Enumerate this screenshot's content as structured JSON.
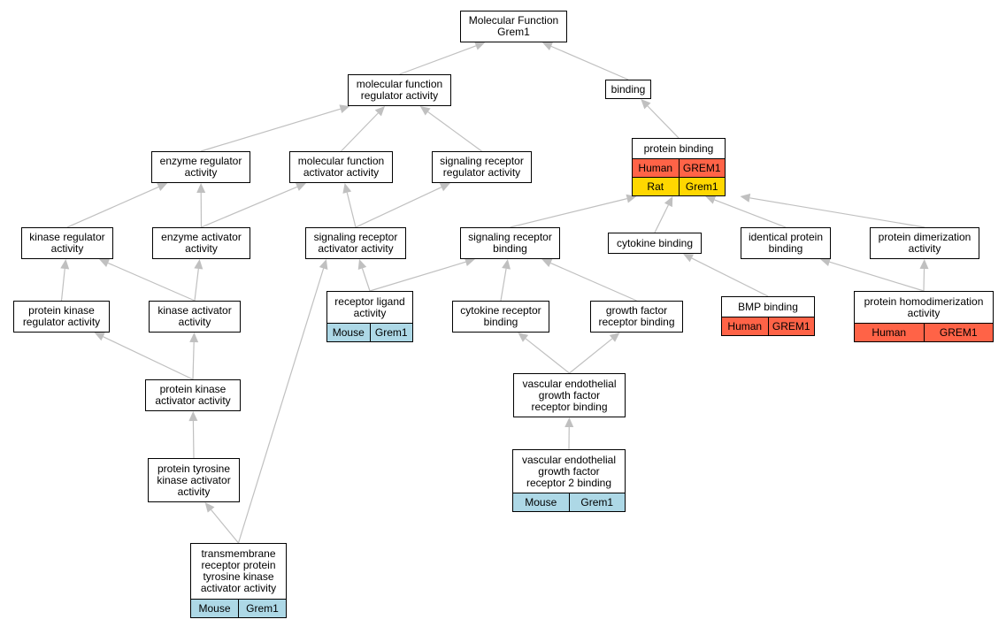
{
  "colors": {
    "edge": "#c0c0c0",
    "Human": "#ff6347",
    "Rat": "#ffd700",
    "Mouse": "#add8e6"
  },
  "nodes": {
    "root": {
      "label": "Molecular Function\nGrem1"
    },
    "mfreg": {
      "label": "molecular function\nregulator activity"
    },
    "binding": {
      "label": "binding"
    },
    "protbind": {
      "label": "protein binding",
      "rows": [
        [
          "Human",
          "GREM1"
        ],
        [
          "Rat",
          "Grem1"
        ]
      ]
    },
    "enzreg": {
      "label": "enzyme regulator\nactivity"
    },
    "mfact": {
      "label": "molecular function\nactivator activity"
    },
    "sigrecreg": {
      "label": "signaling receptor\nregulator activity"
    },
    "kinreg": {
      "label": "kinase regulator\nactivity"
    },
    "enzact": {
      "label": "enzyme activator\nactivity"
    },
    "sigrecact": {
      "label": "signaling receptor\nactivator activity"
    },
    "sigrecbind": {
      "label": "signaling receptor\nbinding"
    },
    "cytobind": {
      "label": "cytokine binding"
    },
    "identbind": {
      "label": "identical protein\nbinding"
    },
    "dimer": {
      "label": "protein dimerization\nactivity"
    },
    "pkreg": {
      "label": "protein kinase\nregulator activity"
    },
    "kinact": {
      "label": "kinase activator\nactivity"
    },
    "recligand": {
      "label": "receptor ligand\nactivity",
      "rows": [
        [
          "Mouse",
          "Grem1"
        ]
      ]
    },
    "cytorecbind": {
      "label": "cytokine receptor\nbinding"
    },
    "gfrecbind": {
      "label": "growth factor\nreceptor binding"
    },
    "bmp": {
      "label": "BMP binding",
      "rows": [
        [
          "Human",
          "GREM1"
        ]
      ]
    },
    "homodimer": {
      "label": "protein homodimerization\nactivity",
      "rows": [
        [
          "Human",
          "GREM1"
        ]
      ]
    },
    "pkact": {
      "label": "protein kinase\nactivator activity"
    },
    "vegfrb": {
      "label": "vascular endothelial\ngrowth factor\nreceptor binding"
    },
    "ptkact": {
      "label": "protein tyrosine\nkinase activator\nactivity"
    },
    "vegfr2": {
      "label": "vascular endothelial\ngrowth factor\nreceptor 2 binding",
      "rows": [
        [
          "Mouse",
          "Grem1"
        ]
      ]
    },
    "tmrptk": {
      "label": "transmembrane\nreceptor protein\ntyrosine kinase\nactivator activity",
      "rows": [
        [
          "Mouse",
          "Grem1"
        ]
      ]
    }
  },
  "edges": [
    [
      "mfreg",
      "root"
    ],
    [
      "binding",
      "root"
    ],
    [
      "enzreg",
      "mfreg"
    ],
    [
      "mfact",
      "mfreg"
    ],
    [
      "sigrecreg",
      "mfreg"
    ],
    [
      "protbind",
      "binding"
    ],
    [
      "kinreg",
      "enzreg"
    ],
    [
      "enzact",
      "enzreg"
    ],
    [
      "enzact",
      "mfact"
    ],
    [
      "sigrecact",
      "mfact"
    ],
    [
      "sigrecact",
      "sigrecreg"
    ],
    [
      "pkreg",
      "kinreg"
    ],
    [
      "kinact",
      "kinreg"
    ],
    [
      "kinact",
      "enzact"
    ],
    [
      "recligand",
      "sigrecact"
    ],
    [
      "tmrptk",
      "sigrecact"
    ],
    [
      "recligand",
      "sigrecbind"
    ],
    [
      "sigrecbind",
      "protbind"
    ],
    [
      "cytobind",
      "protbind"
    ],
    [
      "identbind",
      "protbind"
    ],
    [
      "dimer",
      "protbind"
    ],
    [
      "cytorecbind",
      "sigrecbind"
    ],
    [
      "gfrecbind",
      "sigrecbind"
    ],
    [
      "bmp",
      "cytobind"
    ],
    [
      "homodimer",
      "identbind"
    ],
    [
      "homodimer",
      "dimer"
    ],
    [
      "pkact",
      "pkreg"
    ],
    [
      "pkact",
      "kinact"
    ],
    [
      "vegfrb",
      "cytorecbind"
    ],
    [
      "vegfrb",
      "gfrecbind"
    ],
    [
      "ptkact",
      "pkact"
    ],
    [
      "vegfr2",
      "vegfrb"
    ],
    [
      "tmrptk",
      "ptkact"
    ]
  ]
}
